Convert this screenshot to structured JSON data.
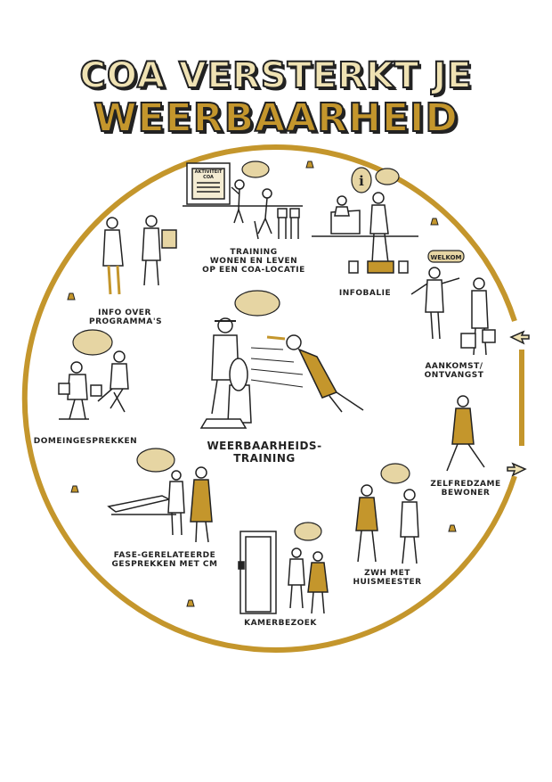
{
  "title": {
    "line1": "COA VERSTERKT JE",
    "line2": "WEERBAARHEID"
  },
  "center_label": "WEERBAARHEIDS-\nTRAINING",
  "stations": [
    {
      "id": "training",
      "label": "TRAINING\nWONEN EN LEVEN\nOP EEN COA-LOCATIE"
    },
    {
      "id": "infobalie",
      "label": "INFOBALIE"
    },
    {
      "id": "aankomst",
      "label": "AANKOMST/\nONTVANGST"
    },
    {
      "id": "zelfredzame",
      "label": "ZELFREDZAME\nBEWONER"
    },
    {
      "id": "zwh",
      "label": "ZWH MET\nHUISMEESTER"
    },
    {
      "id": "kamerbezoek",
      "label": "KAMERBEZOEK"
    },
    {
      "id": "fase",
      "label": "FASE-GERELATEERDE\nGESPREKKEN MET CM"
    },
    {
      "id": "domein",
      "label": "DOMEINGESPREKKEN"
    },
    {
      "id": "info-programma",
      "label": "INFO OVER\nPROGRAMMA'S"
    }
  ],
  "signs": {
    "board": "AKTIVITEIT\nCOA",
    "welkom": "WELKOM",
    "info": "i"
  },
  "colors": {
    "gold": "#c4962c",
    "bubble": "#e6d5a3",
    "ink": "#222222"
  }
}
